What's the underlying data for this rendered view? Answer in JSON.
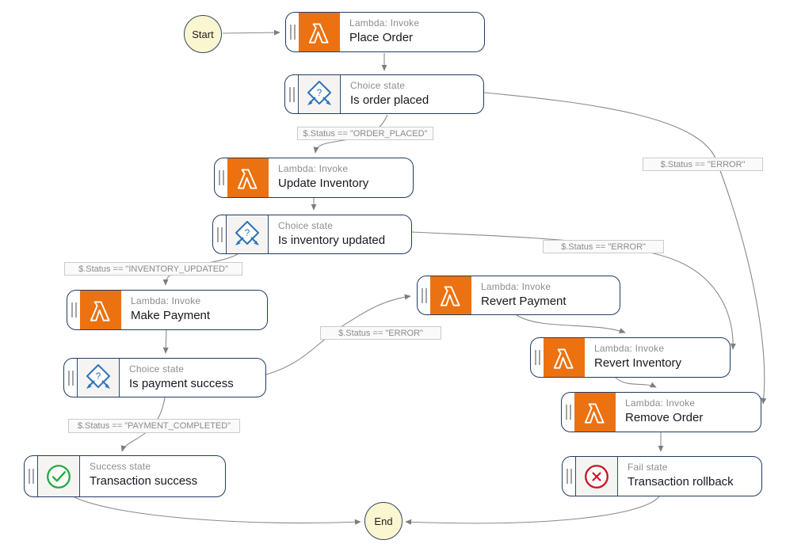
{
  "colors": {
    "lambda_orange": "#ec7211",
    "choice_blue": "#2e73b8",
    "success_green": "#27a742",
    "fail_red": "#c7161e",
    "node_border_navy": "#1f3b63",
    "edge_gray": "#8a8a8a",
    "terminal_fill": "#faf6cf",
    "label_text": "#16191f",
    "muted_text": "#8d8d8d"
  },
  "terminals": {
    "start": "Start",
    "end": "End"
  },
  "icons": {
    "choice_glyph": "?"
  },
  "nodes": {
    "place_order": {
      "kind": "lambda",
      "type": "Lambda: Invoke",
      "label": "Place Order"
    },
    "is_order_placed": {
      "kind": "choice",
      "type": "Choice state",
      "label": "Is order placed"
    },
    "update_inventory": {
      "kind": "lambda",
      "type": "Lambda: Invoke",
      "label": "Update Inventory"
    },
    "is_inventory_updated": {
      "kind": "choice",
      "type": "Choice state",
      "label": "Is inventory updated"
    },
    "make_payment": {
      "kind": "lambda",
      "type": "Lambda: Invoke",
      "label": "Make Payment"
    },
    "is_payment_success": {
      "kind": "choice",
      "type": "Choice state",
      "label": "Is payment success"
    },
    "transaction_success": {
      "kind": "success",
      "type": "Success state",
      "label": "Transaction success"
    },
    "revert_payment": {
      "kind": "lambda",
      "type": "Lambda: Invoke",
      "label": "Revert Payment"
    },
    "revert_inventory": {
      "kind": "lambda",
      "type": "Lambda: Invoke",
      "label": "Revert Inventory"
    },
    "remove_order": {
      "kind": "lambda",
      "type": "Lambda: Invoke",
      "label": "Remove Order"
    },
    "transaction_rollback": {
      "kind": "fail",
      "type": "Fail state",
      "label": "Transaction rollback"
    }
  },
  "edge_labels": {
    "order_placed": "$.Status == \"ORDER_PLACED\"",
    "inventory_updated": "$.Status == \"INVENTORY_UPDATED\"",
    "payment_completed": "$.Status == \"PAYMENT_COMPLETED\"",
    "error_top": "$.Status == \"ERROR\"",
    "error_mid": "$.Status == \"ERROR\"",
    "error_left": "$.Status == \"ERROR\""
  },
  "edges": [
    {
      "from": "Start",
      "to": "Place Order"
    },
    {
      "from": "Place Order",
      "to": "Is order placed"
    },
    {
      "from": "Is order placed",
      "to": "Update Inventory",
      "condition": "$.Status == \"ORDER_PLACED\""
    },
    {
      "from": "Is order placed",
      "to": "Remove Order",
      "condition": "$.Status == \"ERROR\""
    },
    {
      "from": "Update Inventory",
      "to": "Is inventory updated"
    },
    {
      "from": "Is inventory updated",
      "to": "Make Payment",
      "condition": "$.Status == \"INVENTORY_UPDATED\""
    },
    {
      "from": "Is inventory updated",
      "to": "Revert Inventory",
      "condition": "$.Status == \"ERROR\""
    },
    {
      "from": "Make Payment",
      "to": "Is payment success"
    },
    {
      "from": "Is payment success",
      "to": "Transaction success",
      "condition": "$.Status == \"PAYMENT_COMPLETED\""
    },
    {
      "from": "Is payment success",
      "to": "Revert Payment",
      "condition": "$.Status == \"ERROR\""
    },
    {
      "from": "Revert Payment",
      "to": "Revert Inventory"
    },
    {
      "from": "Revert Inventory",
      "to": "Remove Order"
    },
    {
      "from": "Remove Order",
      "to": "Transaction rollback"
    },
    {
      "from": "Transaction success",
      "to": "End"
    },
    {
      "from": "Transaction rollback",
      "to": "End"
    }
  ]
}
